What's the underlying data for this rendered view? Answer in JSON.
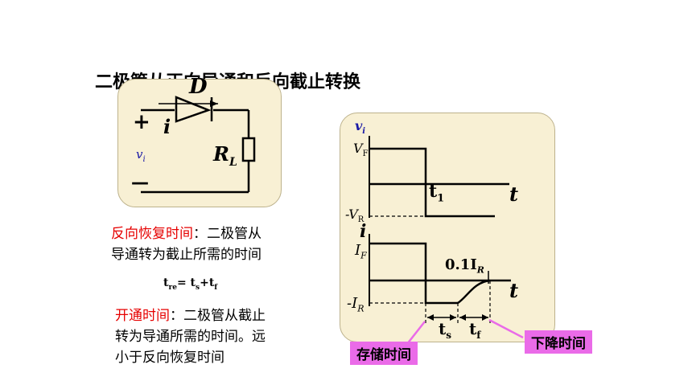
{
  "title": "二极管从正向导通和反向截止转换",
  "circuit": {
    "diode": "D",
    "plus": "+",
    "minus": "—",
    "current": "i",
    "vi": "v",
    "vi_sub": "i",
    "resistor": "R",
    "resistor_sub": "L"
  },
  "reverse_recovery": {
    "term": "反向恢复时间",
    "colon": "：",
    "line1_rest": "二极管从",
    "line2": "导通转为截止所需的时间"
  },
  "formula": {
    "t": "t",
    "re": "re",
    "eq": "= ",
    "ts_t": "t",
    "ts_s": "s",
    "plus": "+",
    "tf_t": "t",
    "tf_f": "f"
  },
  "turn_on": {
    "term": "开通时间",
    "colon": "：",
    "line1_rest": "二极管从截止",
    "line2": "转为导通所需的时间。远",
    "line3": "小于反向恢复时间"
  },
  "waveform": {
    "vi_label": "v",
    "vi_sub": "i",
    "VF": "V",
    "VF_sub": "F",
    "VR": "-V",
    "VR_sub": "R",
    "t1": "t",
    "t1_sub": "1",
    "t_axis_top": "t",
    "i_label": "i",
    "IF": "I",
    "IF_sub": "F",
    "IR": "-I",
    "IR_sub": "R",
    "point1": "0.1I",
    "point1_sub": "R",
    "t_axis_bottom": "t",
    "ts": "t",
    "ts_sub": "s",
    "tf": "t",
    "tf_sub": "f"
  },
  "callouts": {
    "storage": "存储时间",
    "fall": "下降时间"
  },
  "colors": {
    "card_bg": "#f8f0d4",
    "term_red": "#e60000",
    "callout_pink": "#ea6be8",
    "vi_blue": "#1a1aa6"
  }
}
